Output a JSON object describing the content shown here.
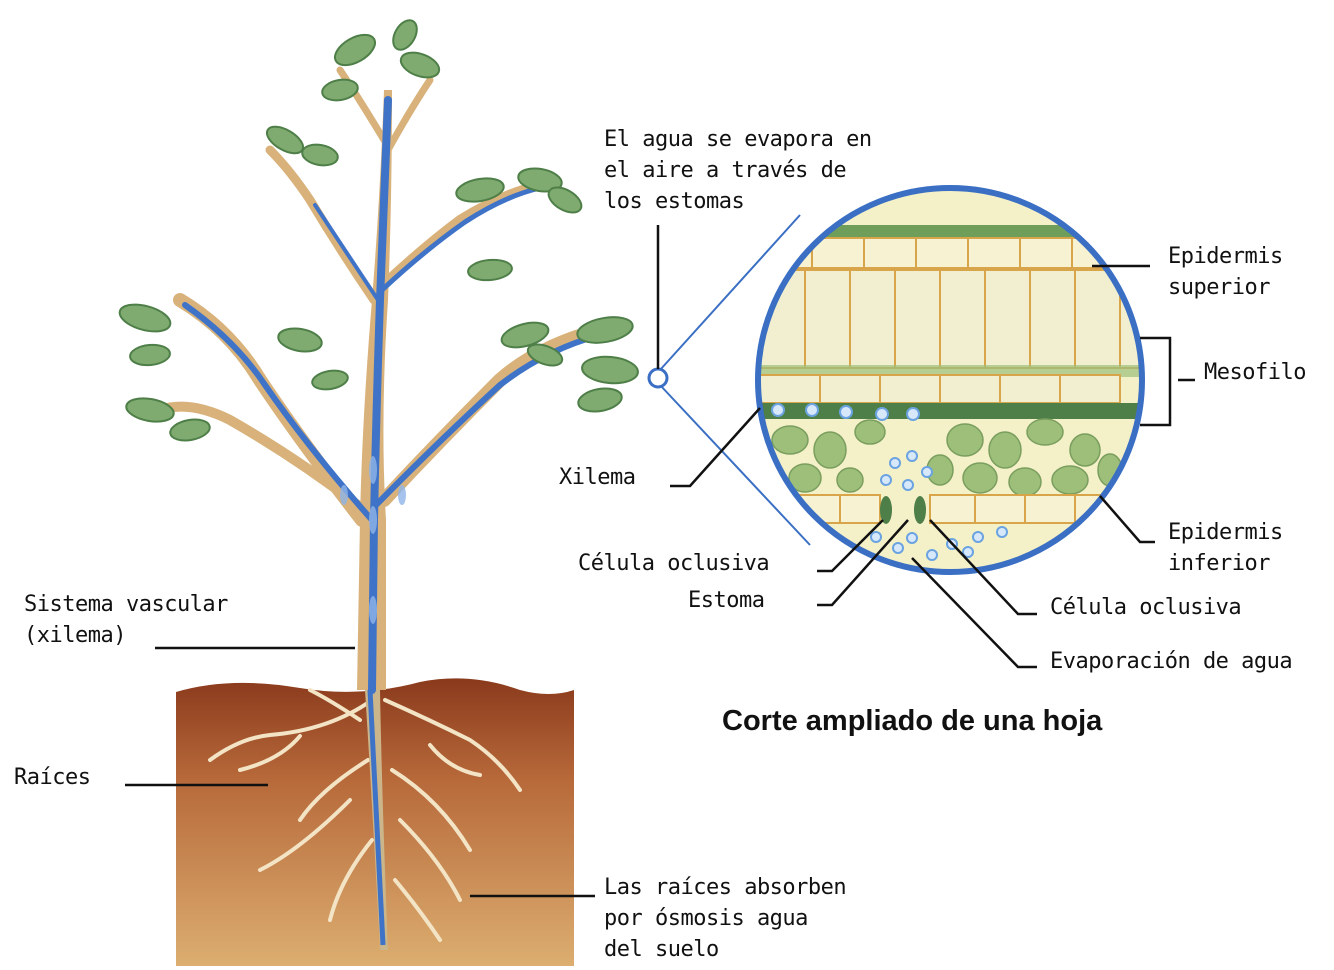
{
  "title": "Corte ampliado de una hoja",
  "labels": {
    "evaporate": "El agua se evapora en\nel aire a través de\nlos estomas",
    "epidermis_sup": "Epidermis\nsuperior",
    "mesofilo": "Mesofilo",
    "xilema": "Xilema",
    "epidermis_inf": "Epidermis\ninferior",
    "celula_oclusiva_left": "Célula oclusiva",
    "estoma": "Estoma",
    "celula_oclusiva_right": "Célula oclusiva",
    "evaporacion": "Evaporación de agua",
    "sistema_vascular": "Sistema vascular\n(xilema)",
    "raices": "Raíces",
    "raices_absorben": "Las raíces absorben\npor ósmosis agua\ndel suelo"
  },
  "colors": {
    "soil_top": "#8a3a1c",
    "soil_bottom": "#d9a86a",
    "stem_tan": "#d8b27a",
    "xylem_blue": "#3f73c8",
    "leaf_green": "#7fab70",
    "leaf_dark": "#4f7f48",
    "lens_ring": "#3a6fc4",
    "cell_fill": "#f4f0c8",
    "cell_edge": "#d9a54a",
    "mesophyll_green": "#9dbf7a",
    "water_drop": "#6aa3e0"
  }
}
